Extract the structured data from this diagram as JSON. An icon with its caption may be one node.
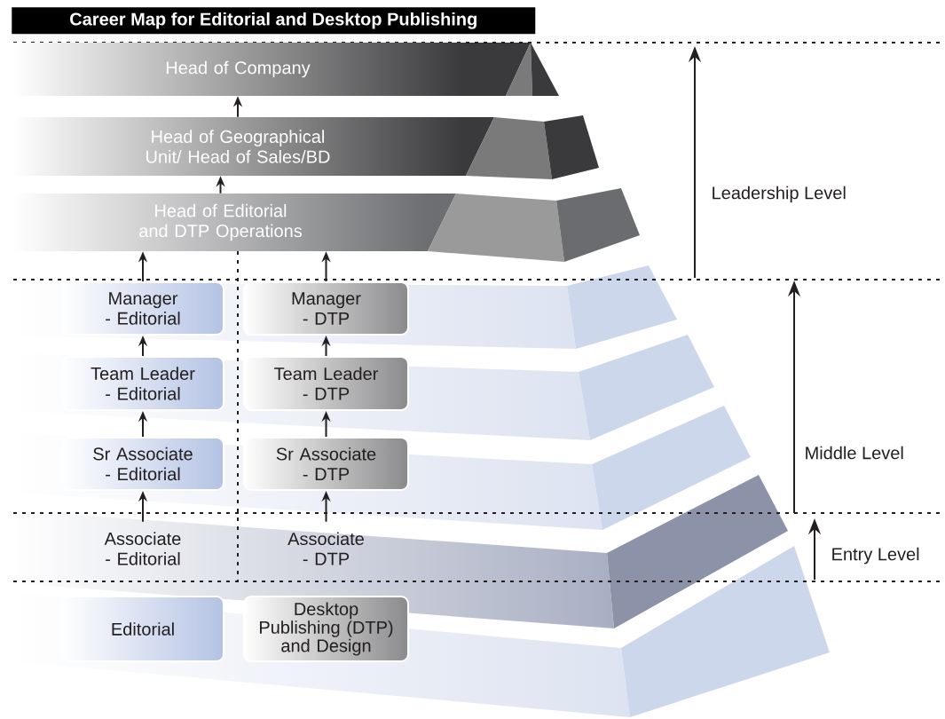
{
  "diagram": {
    "title": "Career Map for Editorial and Desktop Publishing",
    "nodes": [
      {
        "text": [
          "Head of Company"
        ]
      },
      {
        "text": [
          "Head of Geographical Unit/ Head of Sales/BD"
        ]
      },
      {
        "text": [
          "Head of Editorial and DTP Operations"
        ]
      },
      {
        "text": [
          "Manager - Editorial"
        ]
      },
      {
        "text": [
          "Manager - DTP"
        ]
      },
      {
        "text": [
          "Team Leader - Editorial"
        ]
      },
      {
        "text": [
          "Team Leader - DTP"
        ]
      },
      {
        "text": [
          "Sr Associate - Editorial"
        ]
      },
      {
        "text": [
          "Sr Associate - DTP"
        ]
      },
      {
        "text": [
          "Associate - Editorial"
        ]
      },
      {
        "text": [
          "Associate - DTP"
        ]
      },
      {
        "text": [
          "Editorial"
        ]
      },
      {
        "text": [
          "Desktop Publishing (DTP) and Design"
        ]
      }
    ],
    "edges": [
      {
        "from": 1,
        "to": 0,
        "arrow": "to"
      },
      {
        "from": 2,
        "to": 1,
        "arrow": "to"
      },
      {
        "from": 3,
        "to": 2,
        "arrow": "to"
      },
      {
        "from": 4,
        "to": 2,
        "arrow": "to"
      },
      {
        "from": 5,
        "to": 3,
        "arrow": "to"
      },
      {
        "from": 6,
        "to": 4,
        "arrow": "to"
      },
      {
        "from": 7,
        "to": 5,
        "arrow": "to"
      },
      {
        "from": 8,
        "to": 6,
        "arrow": "to"
      },
      {
        "from": 9,
        "to": 7,
        "arrow": "to"
      },
      {
        "from": 10,
        "to": 8,
        "arrow": "to"
      }
    ],
    "labels": [
      "Leadership Level",
      "Middle Level",
      "Entry Level"
    ]
  }
}
